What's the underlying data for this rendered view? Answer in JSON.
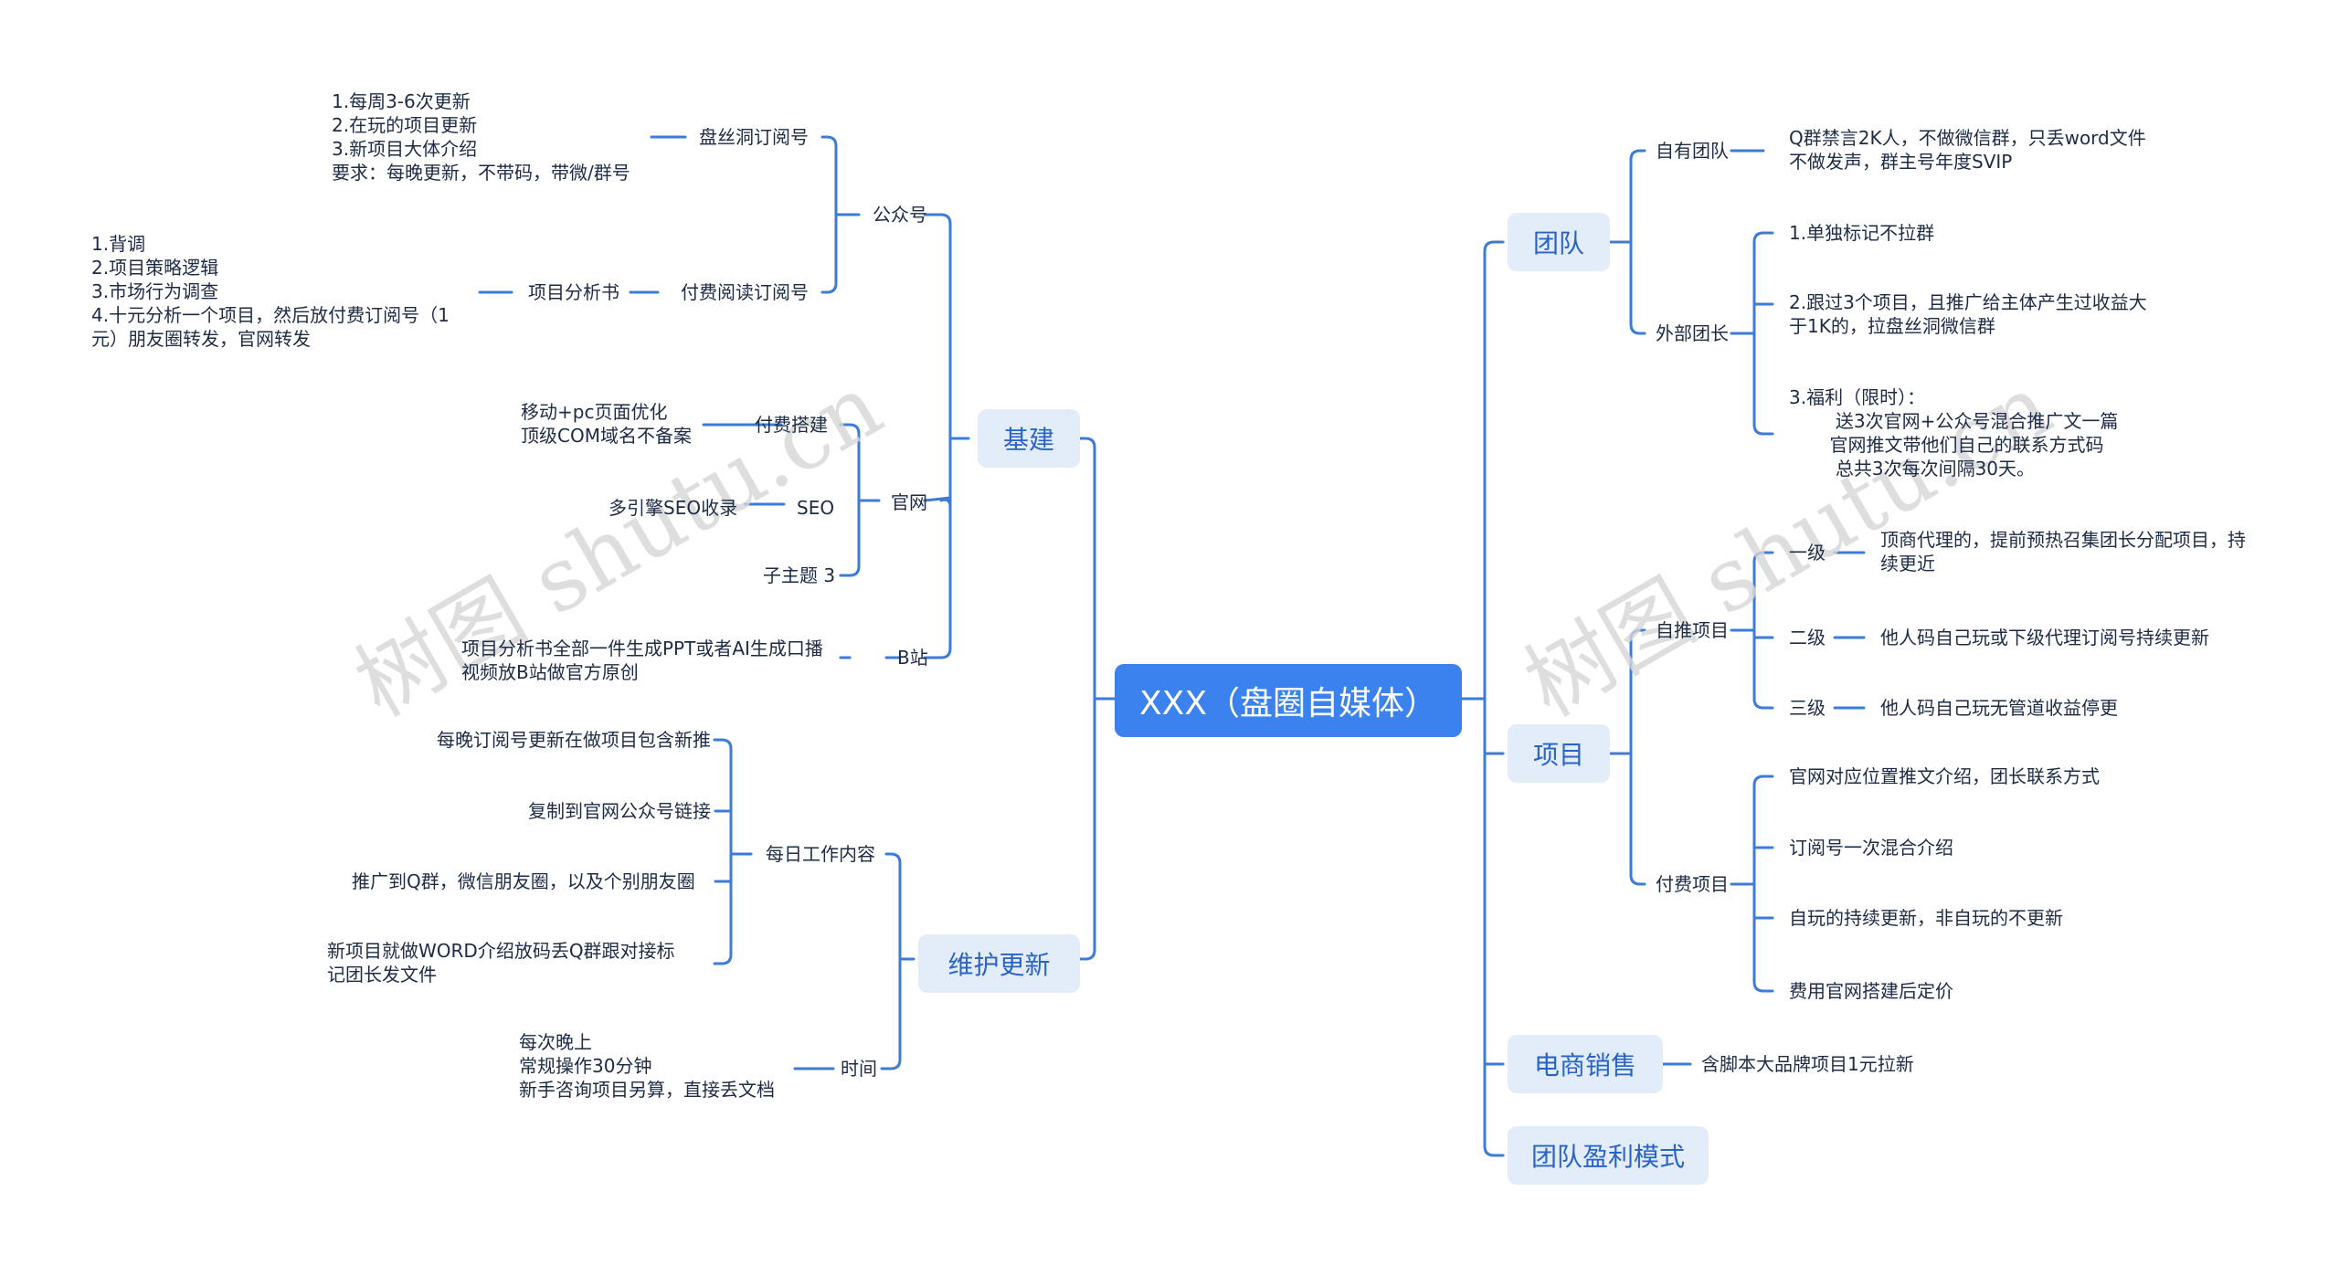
{
  "colors": {
    "line": "#3d7bd9",
    "root_bg": "#3b82ee",
    "branch_bg": "#e3ecf9",
    "branch_text": "#2a63c6"
  },
  "watermark": "树图 shutu.cn",
  "root": "XXX（盘圈自媒体）",
  "left": {
    "jijian": {
      "label": "基建",
      "gongzhonghao": {
        "label": "公众号",
        "pansidong": {
          "label": "盘丝洞订阅号",
          "note": "1.每周3-6次更新\n2.在玩的项目更新\n3.新项目大体介绍\n要求：每晚更新，不带码，带微/群号"
        },
        "fufei": {
          "label": "付费阅读订阅号",
          "sub": "项目分析书",
          "note": "1.背调\n2.项目策略逻辑\n3.市场行为调查\n4.十元分析一个项目，然后放付费订阅号（1\n元）朋友圈转发，官网转发"
        }
      },
      "guanwang": {
        "label": "官网",
        "fufeidajian": {
          "label": "付费搭建",
          "note": "移动+pc页面优化\n顶级COM域名不备案"
        },
        "seo": {
          "label": "SEO",
          "note": "多引擎SEO收录"
        },
        "sub3": "子主题 3"
      },
      "bzhan": {
        "label": "B站",
        "note": "项目分析书全部一件生成PPT或者AI生成口播\n视频放B站做官方原创"
      }
    },
    "weihu": {
      "label": "维护更新",
      "daily": {
        "label": "每日工作内容",
        "items": [
          "每晚订阅号更新在做项目包含新推",
          "复制到官网公众号链接",
          "推广到Q群，微信朋友圈，以及个别朋友圈",
          "新项目就做WORD介绍放码丢Q群跟对接标\n记团长发文件"
        ]
      },
      "time": {
        "label": "时间",
        "note": "每次晚上\n常规操作30分钟\n新手咨询项目另算，直接丢文档"
      }
    }
  },
  "right": {
    "tuandui": {
      "label": "团队",
      "ziyou": {
        "label": "自有团队",
        "note": "Q群禁言2K人，不做微信群，只丢word文件\n不做发声，群主号年度SVIP"
      },
      "waibu": {
        "label": "外部团长",
        "items": [
          "1.单独标记不拉群",
          "2.跟过3个项目，且推广给主体产生过收益大\n于1K的，拉盘丝洞微信群",
          "3.福利（限时）：\n        送3次官网+公众号混合推广文一篇\n       官网推文带他们自己的联系方式码\n        总共3次每次间隔30天。"
        ]
      }
    },
    "xiangmu": {
      "label": "项目",
      "zitui": {
        "label": "自推项目",
        "levels": [
          {
            "label": "一级",
            "note": "顶商代理的，提前预热召集团长分配项目，持\n续更近"
          },
          {
            "label": "二级",
            "note": "他人码自己玩或下级代理订阅号持续更新"
          },
          {
            "label": "三级",
            "note": "他人码自己玩无管道收益停更"
          }
        ]
      },
      "fufei": {
        "label": "付费项目",
        "items": [
          "官网对应位置推文介绍，团长联系方式",
          "订阅号一次混合介绍",
          "自玩的持续更新，非自玩的不更新",
          "费用官网搭建后定价"
        ]
      }
    },
    "dianshang": {
      "label": "电商销售",
      "note": "含脚本大品牌项目1元拉新"
    },
    "yingli": {
      "label": "团队盈利模式"
    }
  }
}
